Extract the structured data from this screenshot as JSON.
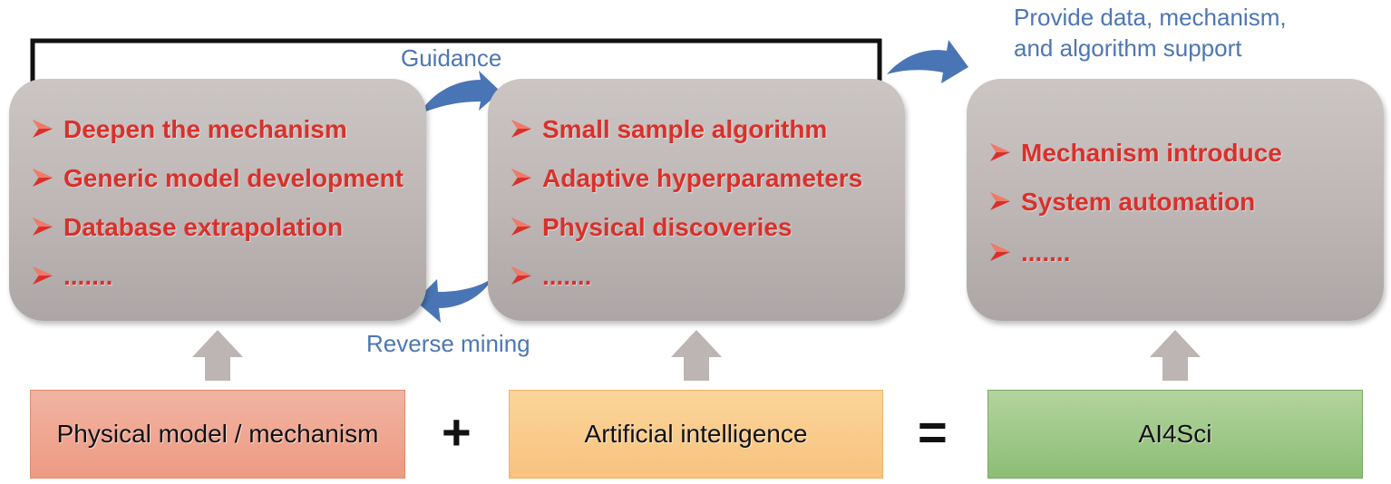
{
  "captions": {
    "guidance": "Guidance",
    "reverse_mining": "Reverse mining",
    "support_line1": "Provide data, mechanism,",
    "support_line2": "and algorithm support"
  },
  "panels": {
    "physical": [
      "Deepen the mechanism",
      "Generic model development",
      "Database extrapolation",
      "......."
    ],
    "ai": [
      "Small sample algorithm",
      "Adaptive hyperparameters",
      "Physical discoveries",
      "......."
    ],
    "ai4sci": [
      "Mechanism introduce",
      "System automation",
      "......."
    ]
  },
  "boxes": {
    "physical": "Physical model / mechanism",
    "ai": "Artificial intelligence",
    "ai4sci": "AI4Sci"
  },
  "operators": {
    "plus": "+",
    "equals": "="
  },
  "colors": {
    "bullet_red": "#d9302b",
    "caption_blue": "#4e76b3",
    "arrow_blue": "#4a75b5",
    "up_arrow_grey": "#bdb5b3"
  }
}
